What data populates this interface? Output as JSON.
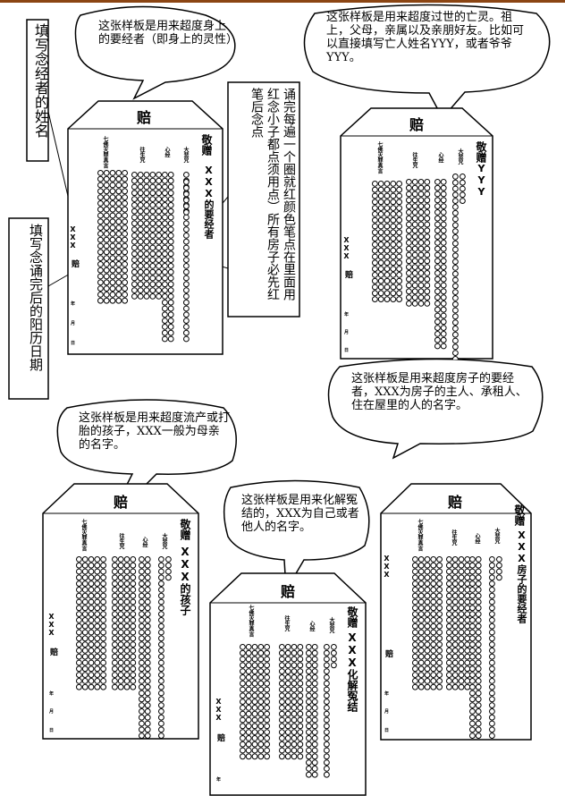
{
  "top_bar_color": "#8b4513",
  "captions": {
    "bubble1": "这张样板是用来超度身上的要经者（即身上的灵性）",
    "bubble2": "这张样板是用来超度过世的亡灵。祖上，父母，亲属以及亲朋好友。比如可以直接填写亡人姓名YYY，或者爷爷YYY。",
    "box_name": "填写念经者的姓名",
    "box_date": "填写念诵完后的阳历日期",
    "box_mark": "诵完每遍一个圈就红颜色笔点在里面用红念小子都点须用点）所有房子必先红笔后念点",
    "bubble3": "这张样板是用来超度房子的要经者，XXX为房子的主人、承租人、住在屋里的人的名字。",
    "bubble4": "这张样板是用来超度流产或打胎的孩子，XXX一般为母亲的名字。",
    "bubble5": "这张样板是用来化解冤结的，XXX为自己或者他人的名字。"
  },
  "card_common": {
    "title": "赔",
    "col_qifo": "七佛灭罪真言",
    "col_wangsheng": "往生咒",
    "col_xinjing": "心经",
    "col_dabei": "大悲咒",
    "respect": "敬赠",
    "sender": "XXX",
    "sender_suffix": "赔",
    "year": "年",
    "month": "月",
    "day": "日"
  },
  "cards": {
    "card1": {
      "recipient": "XXX的要经者"
    },
    "card2": {
      "recipient": "YYY"
    },
    "card3": {
      "recipient": "XXX的孩子"
    },
    "card4": {
      "recipient": "XXX化解冤结"
    },
    "card5": {
      "recipient": "XXX房子的要经者"
    }
  }
}
